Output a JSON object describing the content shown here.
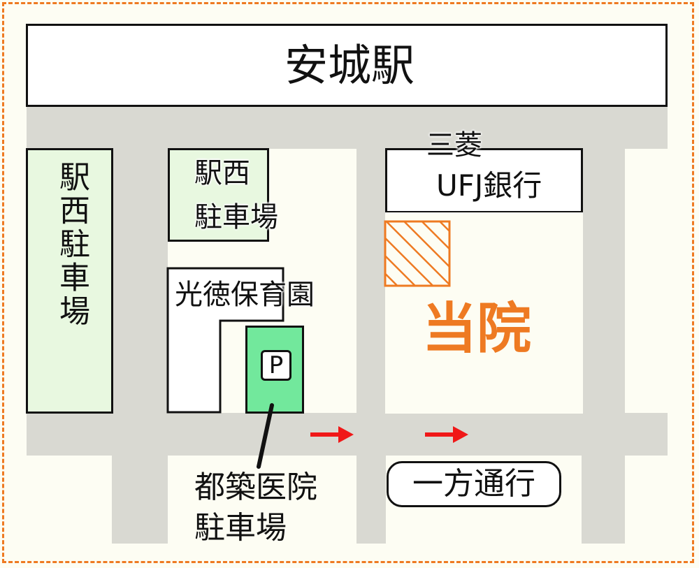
{
  "map": {
    "station": "安城駅",
    "ekinishi_parking_left": "駅西駐車場",
    "ekinishi_parking_center_line1": "駅西",
    "ekinishi_parking_center_line2": "駐車場",
    "bank_line1": "三菱",
    "bank_line2": "UFJ銀行",
    "nursery": "光徳保育園",
    "parking_symbol": "P",
    "clinic_name": "当院",
    "tsuzuki_parking_line1": "都築医院",
    "tsuzuki_parking_line2": "駐車場",
    "one_way": "一方通行"
  },
  "colors": {
    "border": "#ee7a22",
    "clinic": "#ee7a22",
    "parking_green": "#72e89c",
    "parking_lot_light": "#e8f8e0",
    "road": "#d9d9d2",
    "arrow": "#f01818"
  }
}
